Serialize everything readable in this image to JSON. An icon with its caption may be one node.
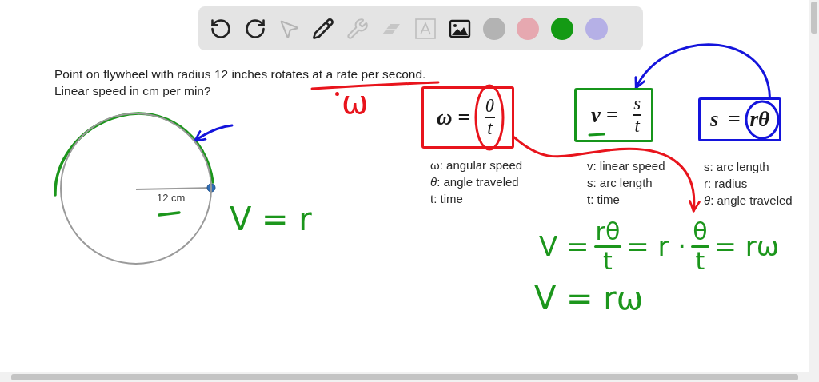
{
  "diagram": {
    "nodes": [
      {
        "text": [
          "ω =",
          "θ",
          "t"
        ],
        "beside": [
          "ω: angular speed",
          "*θ*: angle traveled",
          "t: time"
        ]
      },
      {
        "text": [
          "v =",
          "s",
          "t"
        ],
        "beside": [
          "v: linear speed",
          "s: arc length",
          "t: time"
        ]
      },
      {
        "text": [
          "s = rθ"
        ],
        "beside": [
          "s: arc length",
          "r: radius",
          "*θ*: angle traveled"
        ]
      },
      {
        "text": [],
        "shape": "circle"
      },
      {
        "text": [
          "V =",
          "rθ",
          "t",
          "= r ·",
          "θ",
          "t",
          "= rω"
        ]
      }
    ],
    "edges": [
      {
        "from": 0,
        "to": 4,
        "arrow": "to",
        "color": "#e8141c"
      },
      {
        "from": 2,
        "to": 1,
        "arrow": "to",
        "color": "#1414dc"
      },
      {
        "from": null,
        "to": 3,
        "arrow": "to",
        "color": "#1414dc"
      }
    ],
    "labels": [
      "Point on flywheel with radius 12 inches rotates at a rate per second.",
      "Linear speed in cm per min?",
      "ω",
      "12 cm",
      "V = r",
      "V = rω"
    ]
  }
}
